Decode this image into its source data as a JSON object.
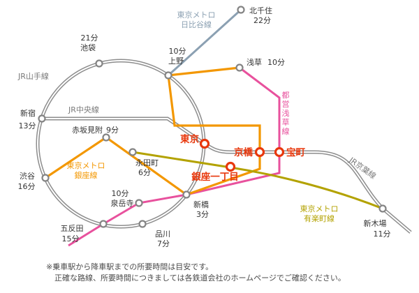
{
  "colors": {
    "red": "#e8380d",
    "jr": "#8d8d8d",
    "jr_label": "#7a7a7a",
    "hibiya": "#8ba0b2",
    "asakusa": "#e8519d",
    "ginza": "#f39700",
    "yurakucho": "#b3a200",
    "dotring": "#848484",
    "text": "#333333",
    "footer": "#4a4a4a"
  },
  "lines": {
    "yamanote": {
      "label": "JR山手線"
    },
    "chuo": {
      "label": "JR中央線"
    },
    "keiyo": {
      "label": "JR京葉線"
    },
    "hibiya": {
      "label_line1": "東京メトロ",
      "label_line2": "日比谷線"
    },
    "asakusa": {
      "label": "都営浅草線"
    },
    "ginza": {
      "label_line1": "東京メトロ",
      "label_line2": "銀座線"
    },
    "yurakucho": {
      "label_line1": "東京メトロ",
      "label_line2": "有楽町線"
    }
  },
  "stations": {
    "ikebukuro": {
      "name": "池袋",
      "time": "21分"
    },
    "shinjuku": {
      "name": "新宿",
      "time": "13分"
    },
    "shibuya": {
      "name": "渋谷",
      "time": "16分"
    },
    "gotanda": {
      "name": "五反田",
      "time": "15分"
    },
    "shinagawa": {
      "name": "品川",
      "time": "7分"
    },
    "sengakuji": {
      "name": "泉岳寺",
      "time": "10分"
    },
    "shimbashi": {
      "name": "新橋",
      "time": "3分"
    },
    "ueno": {
      "name": "上野",
      "time": "10分"
    },
    "kitasenju": {
      "name": "北千住",
      "time": "22分"
    },
    "asakusa": {
      "name": "浅草",
      "time": "10分"
    },
    "akasakamitsuke": {
      "name": "赤坂見附",
      "time": "9分"
    },
    "nagatacho": {
      "name": "永田町",
      "time": "6分"
    },
    "shinkiba": {
      "name": "新木場",
      "time": "11分"
    },
    "tokyo": {
      "name": "東京"
    },
    "kyobashi": {
      "name": "京橋"
    },
    "takaracho": {
      "name": "宝町"
    },
    "ginza_itchome": {
      "name": "銀座一丁目"
    }
  },
  "footer": {
    "line1": "※乗車駅から降車駅までの所要時間は目安です。",
    "line2": "正確な路線、所要時間につきましては各鉄道会社のホームページでご確認ください。"
  }
}
